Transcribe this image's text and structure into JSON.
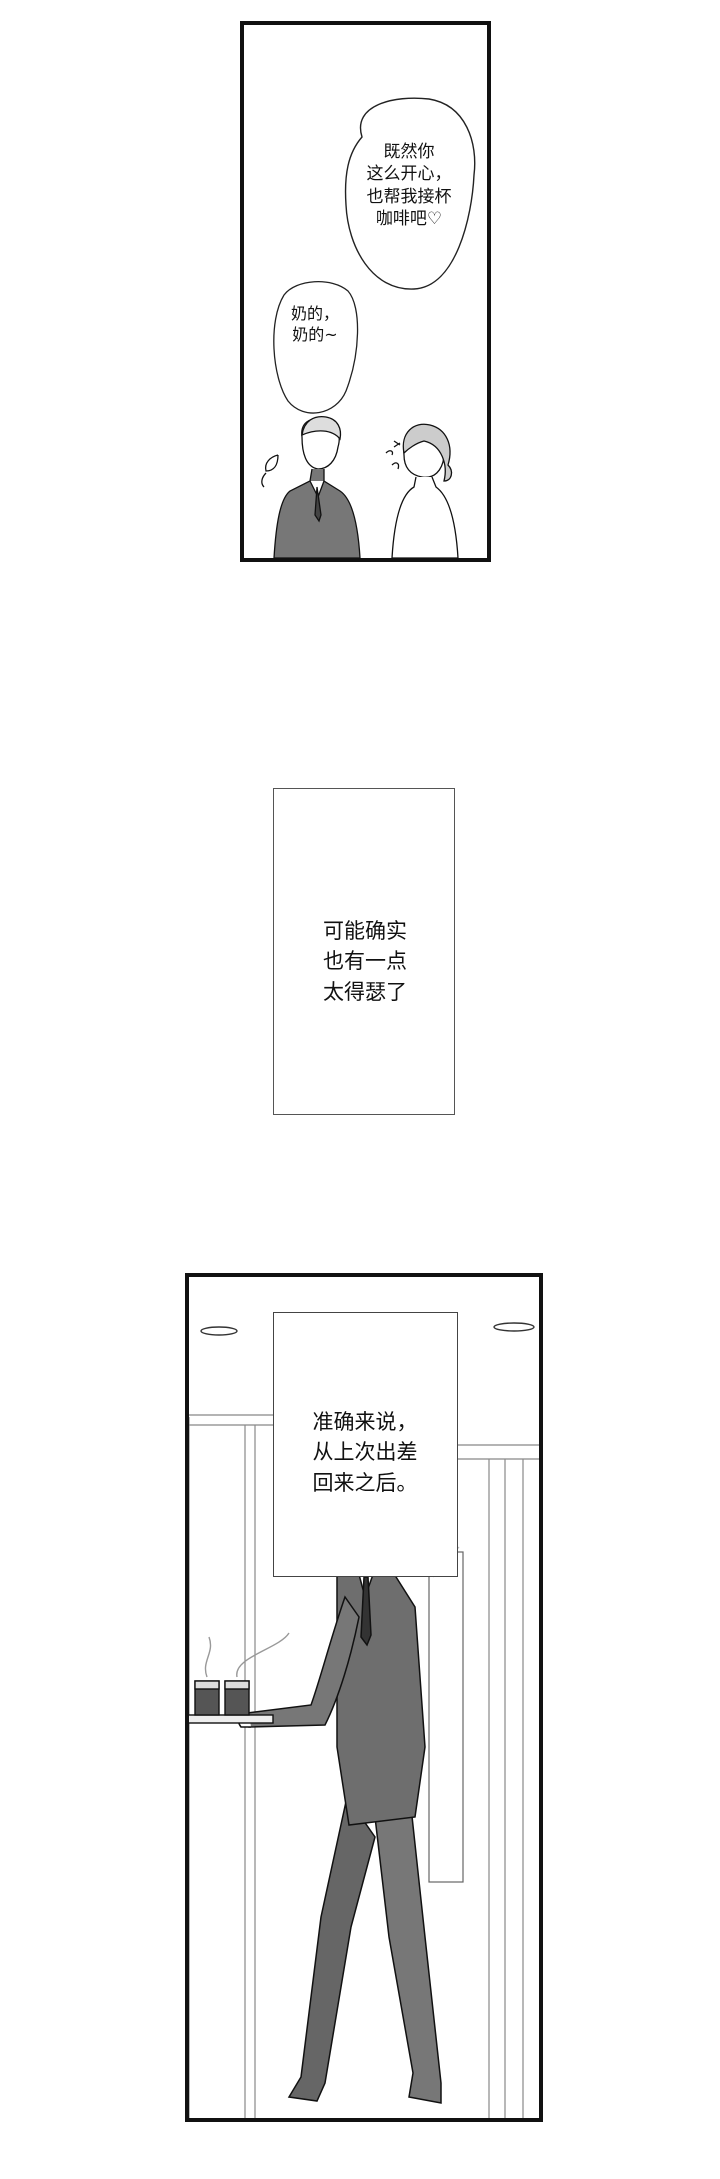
{
  "panel1": {
    "bubble_1": {
      "lines": [
        "既然你",
        "这么开心，",
        "也帮我接杯",
        "咖啡吧♡"
      ]
    },
    "bubble_2": {
      "lines": [
        "奶的，",
        "奶的~"
      ]
    }
  },
  "panel2": {
    "narration": {
      "lines": [
        "可能确实",
        "也有一点",
        "太得瑟了"
      ]
    }
  },
  "panel3": {
    "narration": {
      "lines": [
        "准确来说，",
        "从上次出差",
        "回来之后。"
      ]
    }
  },
  "colors": {
    "ink": "#111111",
    "suit": "#6e6e6e",
    "paper": "#ffffff"
  }
}
